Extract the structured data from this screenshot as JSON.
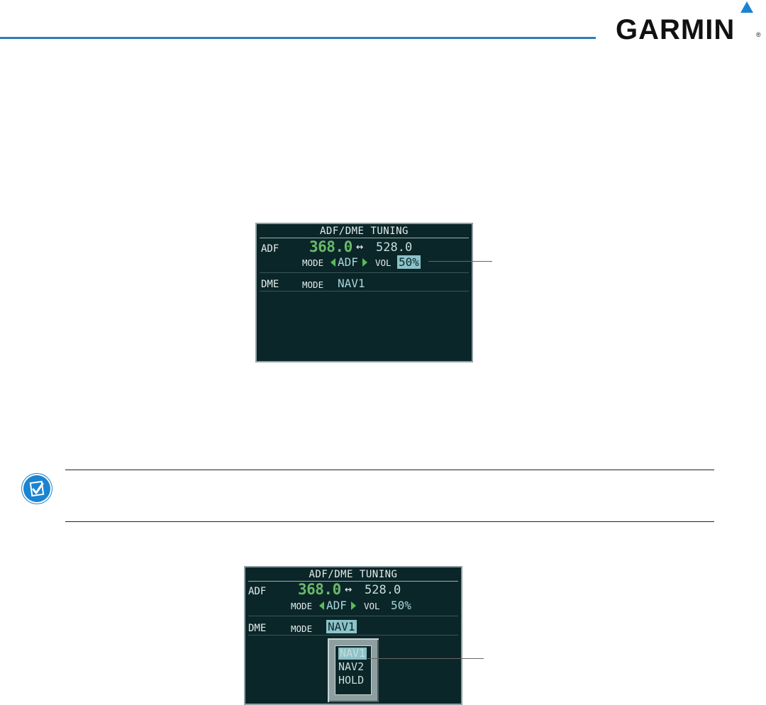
{
  "header": {
    "brand": "GARMIN",
    "brand_reg": "®"
  },
  "figure1": {
    "title": "ADF/DME TUNING",
    "adf_label": "ADF",
    "adf_active_freq": "368.0",
    "swap_symbol": "↔",
    "adf_standby_freq": "528.0",
    "mode_label": "MODE",
    "adf_mode_value": "ADF",
    "vol_label": "VOL",
    "vol_value": "50%",
    "dme_label": "DME",
    "dme_mode_label": "MODE",
    "dme_mode_value": "NAV1"
  },
  "figure2": {
    "title": "ADF/DME TUNING",
    "adf_label": "ADF",
    "adf_active_freq": "368.0",
    "swap_symbol": "↔",
    "adf_standby_freq": "528.0",
    "mode_label": "MODE",
    "adf_mode_value": "ADF",
    "vol_label": "VOL",
    "vol_value": "50%",
    "dme_label": "DME",
    "dme_mode_label": "MODE",
    "dme_mode_value": "NAV1",
    "dme_options": [
      "NAV1",
      "NAV2",
      "HOLD"
    ]
  },
  "colors": {
    "accent": "#1b84d0",
    "panel_bg": "#0b2628",
    "active_green": "#6ab86a",
    "cyan": "#a6d6dc"
  },
  "icons": {
    "note": "note-check-icon",
    "brand_mark": "garmin-triangle-icon"
  }
}
